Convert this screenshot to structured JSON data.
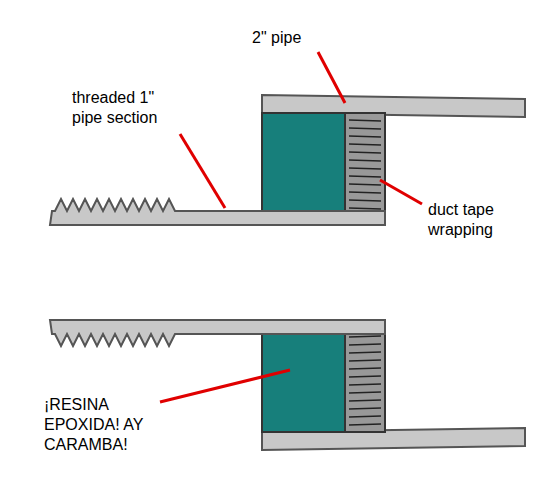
{
  "diagram": {
    "labels": [
      "2\" pipe",
      "threaded 1\" pipe section",
      "duct tape wrapping",
      "¡RESINA EPOXIDA! AY CARAMBA!"
    ]
  }
}
